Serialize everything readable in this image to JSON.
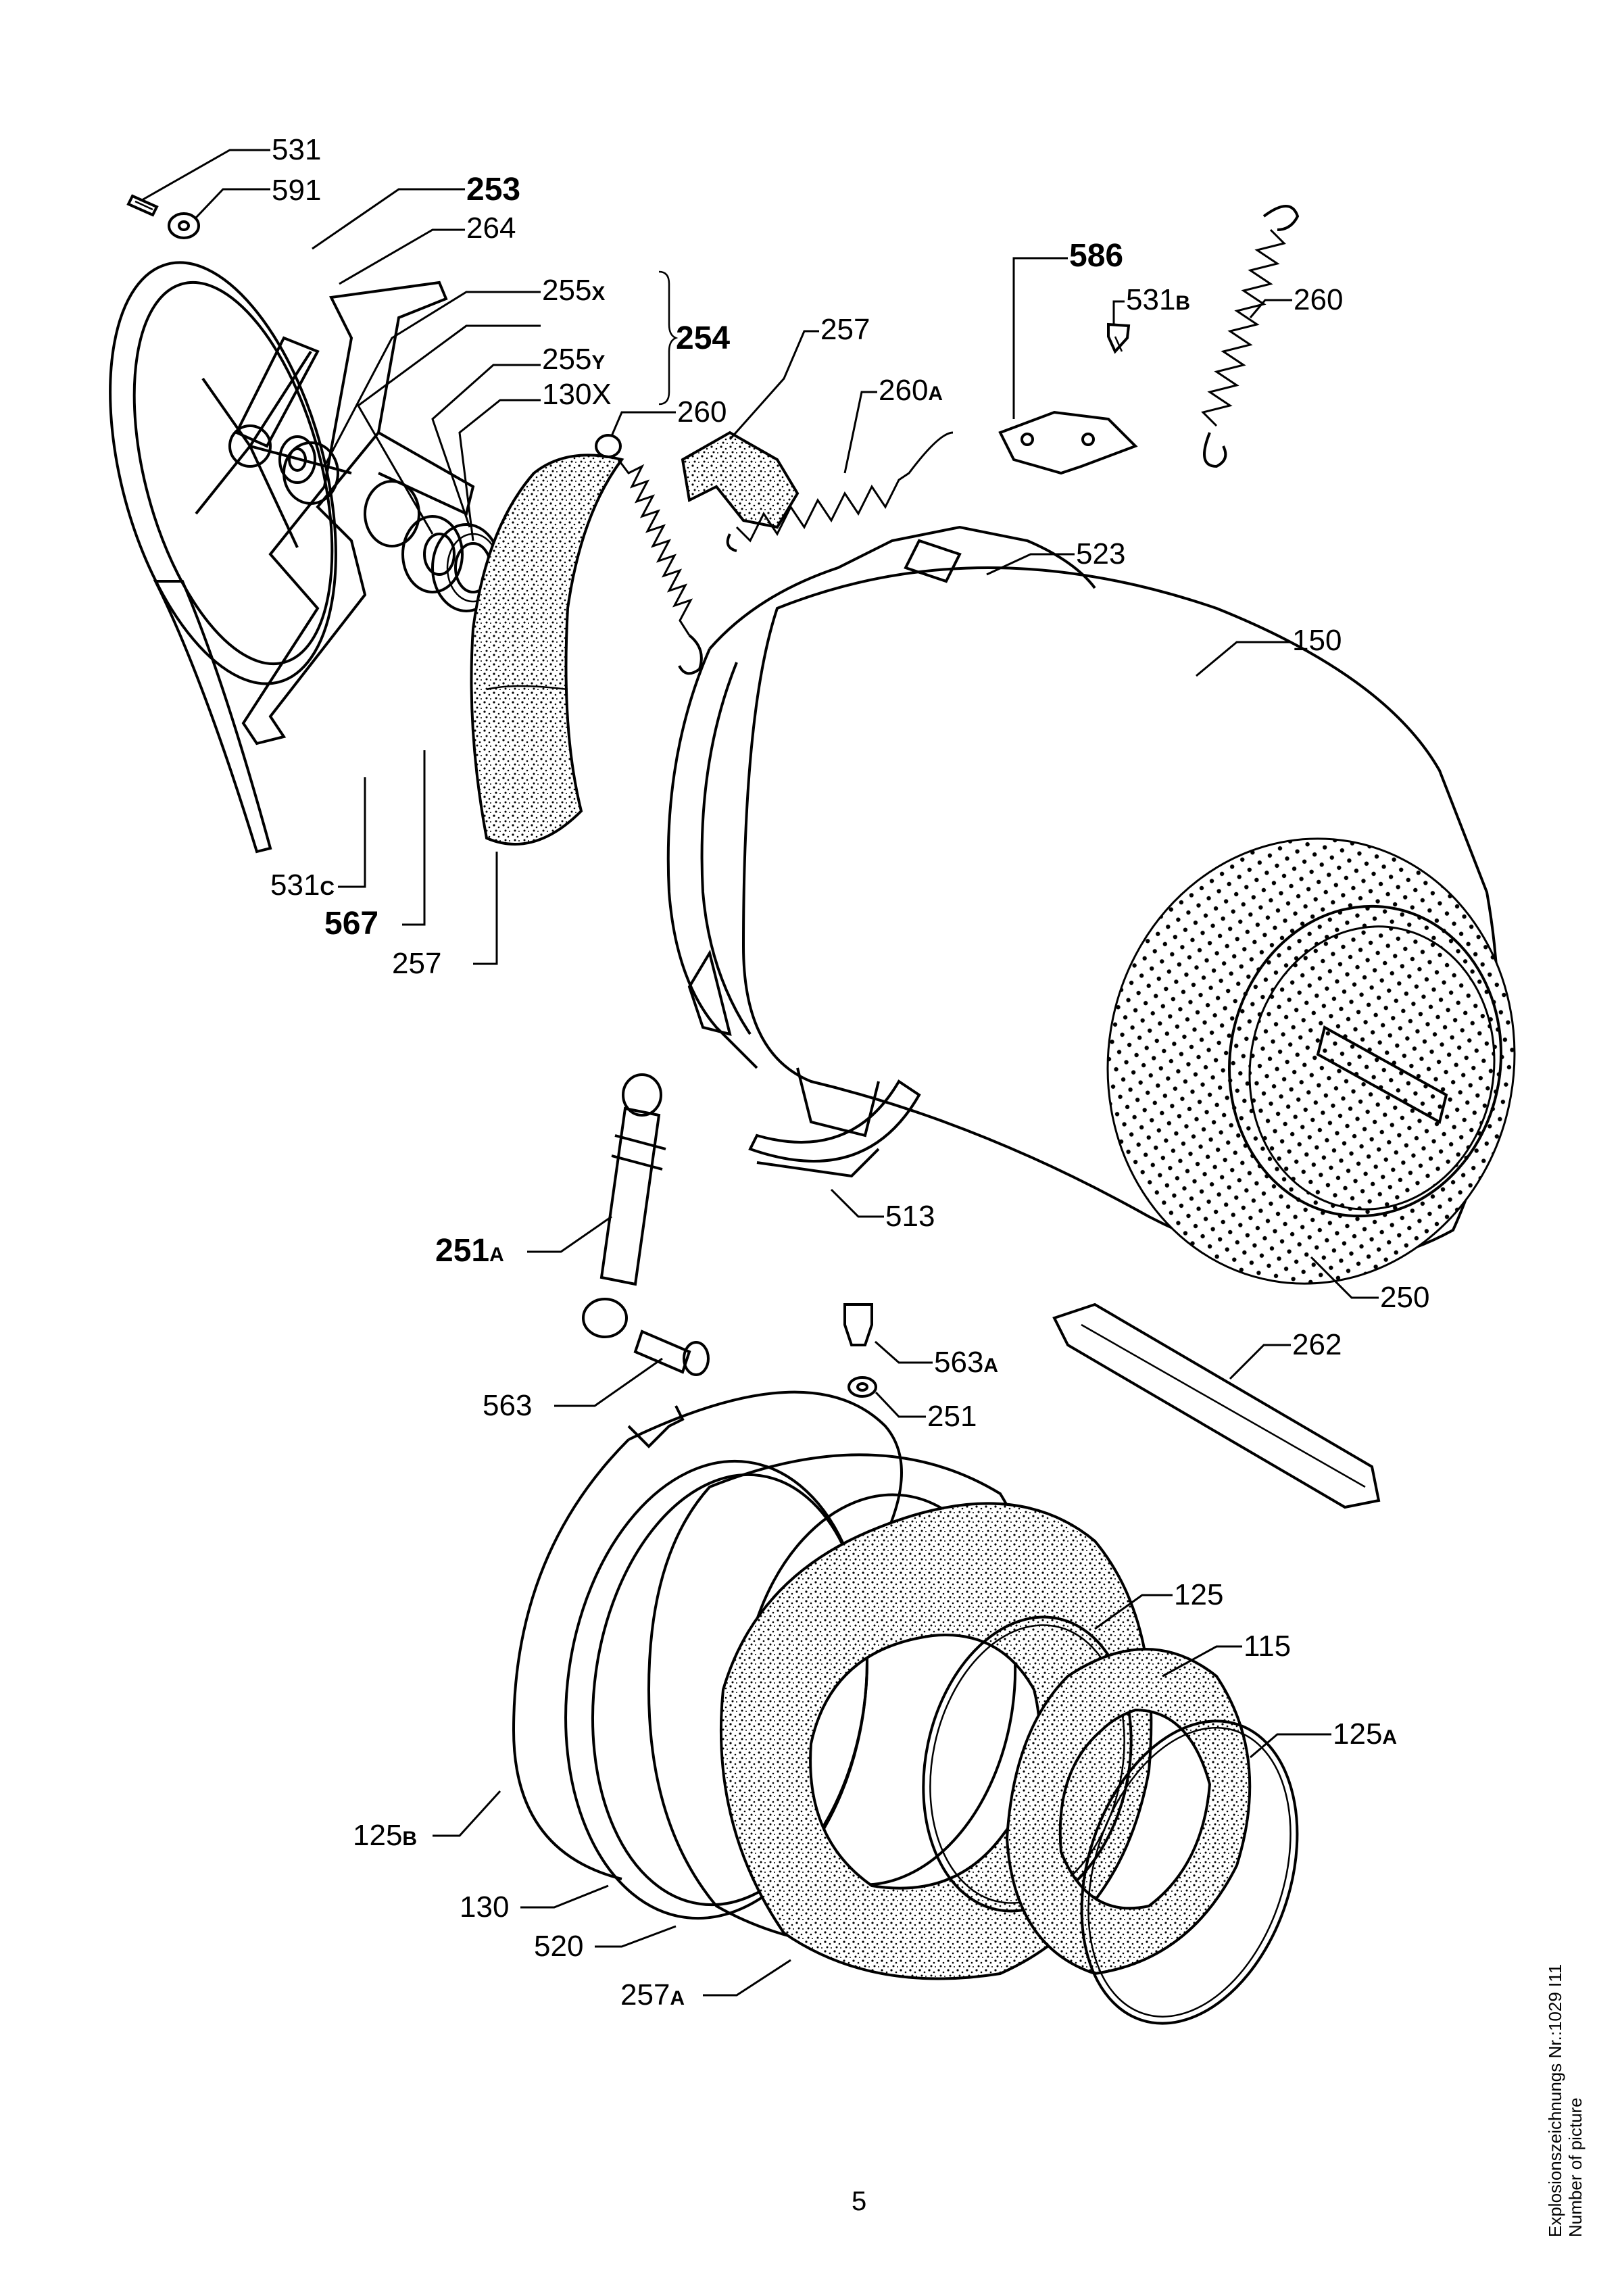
{
  "labels": {
    "l531": "531",
    "l591": "591",
    "l253": "253",
    "l264": "264",
    "l255x": "255",
    "l255x_sub": "X",
    "l254": "254",
    "l255y": "255",
    "l255y_sub": "Y",
    "l130x": "130X",
    "l257a": "257",
    "l260a": "260",
    "l260A": "260",
    "l260A_sub": "A",
    "l586": "586",
    "l531b": "531",
    "l531b_sub": "B",
    "l260b": "260",
    "l523": "523",
    "l150": "150",
    "l531c": "531",
    "l531c_sub": "C",
    "l567": "567",
    "l257b": "257",
    "l251A": "251",
    "l251A_sub": "A",
    "l513": "513",
    "l250": "250",
    "l563": "563",
    "l563A": "563",
    "l563A_sub": "A",
    "l251": "251",
    "l262": "262",
    "l125": "125",
    "l115": "115",
    "l125A": "125",
    "l125A_sub": "A",
    "l125B": "125",
    "l125B_sub": "B",
    "l130": "130",
    "l520": "520",
    "l257A": "257",
    "l257A_sub": "A"
  },
  "page_number": "5",
  "side_note": {
    "line1": "Explosionszeichnungs Nr.:1029 I11",
    "line2": "Number of picture"
  }
}
